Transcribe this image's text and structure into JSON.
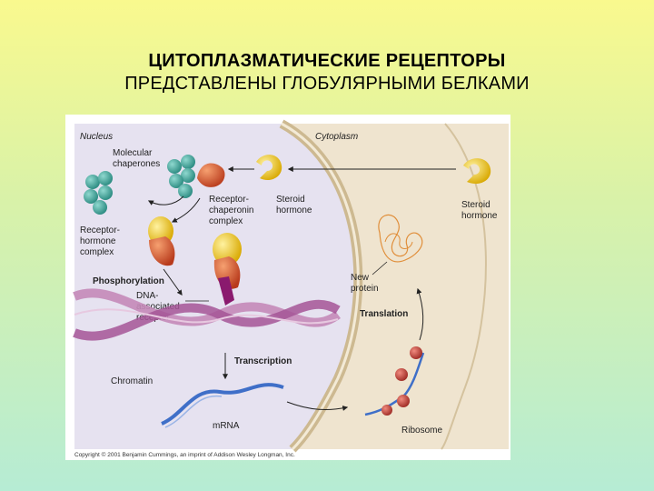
{
  "title": {
    "line1": "ЦИТОПЛАЗМАТИЧЕСКИЕ РЕЦЕПТОРЫ",
    "line2": "ПРЕДСТАВЛЕНЫ ГЛОБУЛЯРНЫМИ БЕЛКАМИ"
  },
  "figure": {
    "nucleus": "Nucleus",
    "cytoplasm": "Cytoplasm",
    "molecular_chaperones": [
      "Molecular",
      "chaperones"
    ],
    "receptor_chaperonin_complex": [
      "Receptor-",
      "chaperonin",
      "complex"
    ],
    "steroid_hormone_inner": [
      "Steroid",
      "hormone"
    ],
    "steroid_hormone_outer": [
      "Steroid",
      "hormone"
    ],
    "receptor_hormone_complex": [
      "Receptor-",
      "hormone",
      "complex"
    ],
    "phosphorylation": "Phosphorylation",
    "dna_associated_receptor": [
      "DNA-",
      "associated",
      "receptor"
    ],
    "new_protein": [
      "New",
      "protein"
    ],
    "translation": "Translation",
    "transcription": "Transcription",
    "chromatin": "Chromatin",
    "mrna": "mRNA",
    "ribosome": "Ribosome",
    "copyright": "Copyright © 2001 Benjamin Cummings, an imprint of Addison Wesley Longman, Inc."
  },
  "colors": {
    "nucleus_fill": "#e6e2f0",
    "cytoplasm_fill": "#efe4cf",
    "membrane": "#c9b48e",
    "chaperone": "#3fa59a",
    "receptor": "#d9512b",
    "hormone": "#e8c21d",
    "dna": "#b56aa8",
    "mrna": "#3f6fc8",
    "ribosome": "#c4413a"
  }
}
